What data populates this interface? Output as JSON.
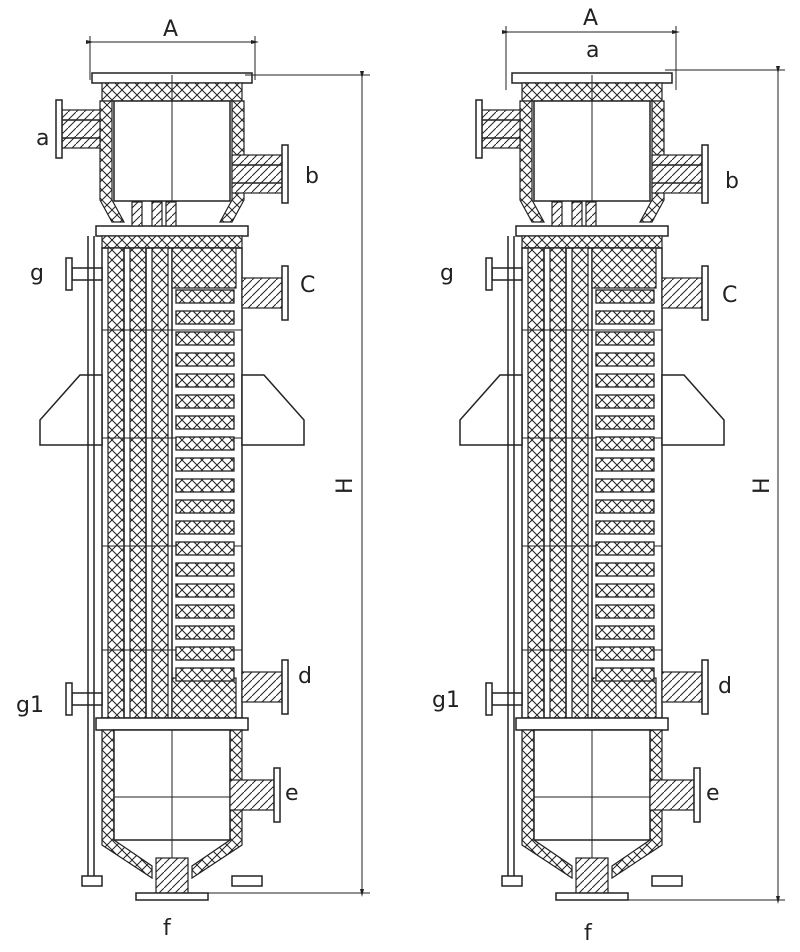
{
  "drawings": [
    {
      "labels": {
        "dim_width": "A",
        "dim_height": "H",
        "inlet_top": "a",
        "outlet_top": "b",
        "port_c": "C",
        "port_d": "d",
        "port_e": "e",
        "port_f": "f",
        "port_g": "g",
        "port_g1": "g1"
      }
    },
    {
      "labels": {
        "dim_width": "A",
        "dim_height": "H",
        "inlet_top": "a",
        "outlet_top": "b",
        "port_c": "C",
        "port_d": "d",
        "port_e": "e",
        "port_f": "f",
        "port_g": "g",
        "port_g1": "g1"
      }
    }
  ]
}
